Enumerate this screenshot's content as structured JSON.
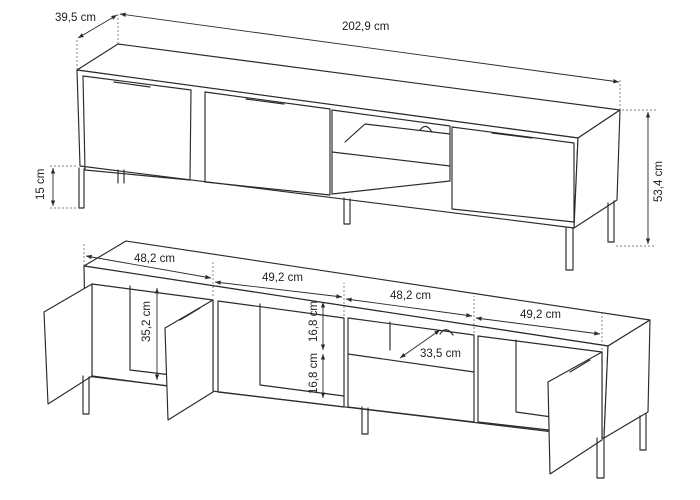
{
  "top_view": {
    "depth": "39,5 cm",
    "width": "202,9 cm",
    "height": "53,4 cm",
    "leg_height": "15 cm"
  },
  "bottom_view": {
    "compartment_1": "48,2 cm",
    "compartment_2": "49,2 cm",
    "compartment_3": "48,2 cm",
    "compartment_4": "49,2 cm",
    "inner_height": "35,2 cm",
    "shelf_upper": "16,8 cm",
    "shelf_lower": "16,8 cm",
    "shelf_depth": "33,5 cm"
  }
}
